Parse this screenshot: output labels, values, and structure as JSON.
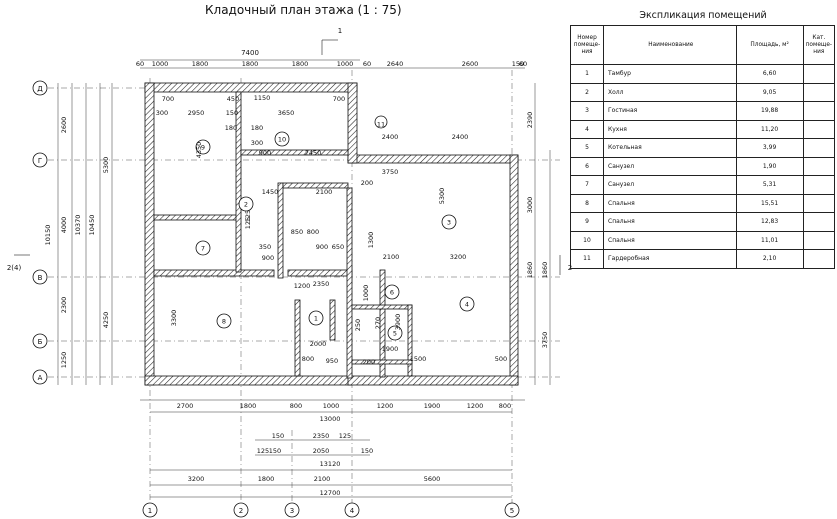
{
  "title": "Кладочный план этажа (1 : 75)",
  "legend": {
    "caption": "Экспликация помещений",
    "headers": [
      "Номер помеще-ния",
      "Наименование",
      "Площадь, м²",
      "Кат. помеще-ния"
    ],
    "rows": [
      {
        "num": "1",
        "name": "Тамбур",
        "area": "6,60",
        "cat": ""
      },
      {
        "num": "2",
        "name": "Холл",
        "area": "9,05",
        "cat": ""
      },
      {
        "num": "3",
        "name": "Гостиная",
        "area": "19,88",
        "cat": ""
      },
      {
        "num": "4",
        "name": "Кухня",
        "area": "11,20",
        "cat": ""
      },
      {
        "num": "5",
        "name": "Котельная",
        "area": "3,99",
        "cat": ""
      },
      {
        "num": "6",
        "name": "Санузел",
        "area": "1,90",
        "cat": ""
      },
      {
        "num": "7",
        "name": "Санузел",
        "area": "5,31",
        "cat": ""
      },
      {
        "num": "8",
        "name": "Спальня",
        "area": "15,51",
        "cat": ""
      },
      {
        "num": "9",
        "name": "Спальня",
        "area": "12,83",
        "cat": ""
      },
      {
        "num": "10",
        "name": "Спальня",
        "area": "11,01",
        "cat": ""
      },
      {
        "num": "11",
        "name": "Гардеробная",
        "area": "2,10",
        "cat": ""
      }
    ]
  },
  "axes": {
    "vertical": [
      "1",
      "2",
      "3",
      "4",
      "5"
    ],
    "horizontal": [
      "Д",
      "Г",
      "В",
      "Б",
      "А"
    ]
  },
  "section_marks": {
    "top": "1",
    "right": "2",
    "left": "2(4)"
  },
  "rooms": [
    "1",
    "2",
    "3",
    "4",
    "5",
    "6",
    "7",
    "8",
    "9",
    "10",
    "11"
  ],
  "dims": {
    "top_total": "7400",
    "top_row": [
      "60",
      "1000",
      "1800",
      "1800",
      "1800",
      "1000",
      "60",
      "2640",
      "2600",
      "150",
      "60"
    ],
    "bottom_row1": [
      "2700",
      "1800",
      "800",
      "1000",
      "1200",
      "1900",
      "1200",
      "800"
    ],
    "bottom_13000": "13000",
    "bottom_13120": "13120",
    "bottom_row3": [
      "3200",
      "1800",
      "2100",
      "5600"
    ],
    "bottom_total": "12700",
    "porch": [
      "150",
      "2350",
      "125",
      "125",
      "150",
      "2050",
      "150"
    ],
    "left_outer": "10150",
    "left_mid": [
      "4000",
      "10370",
      "10450"
    ],
    "left_row": [
      "2600",
      "5300",
      "2300",
      "1250",
      "4250"
    ],
    "right_row": [
      "2390",
      "3000",
      "1860",
      "1860",
      "3750"
    ],
    "interior": [
      "700",
      "450",
      "1150",
      "700",
      "2950",
      "3650",
      "300",
      "150",
      "180",
      "180",
      "300",
      "2400",
      "2400",
      "900",
      "2450",
      "4350",
      "1450",
      "2100",
      "200",
      "5300",
      "3750",
      "3200",
      "2100",
      "350",
      "900",
      "900",
      "650",
      "850",
      "800",
      "1300",
      "1000",
      "1200",
      "3300",
      "3900",
      "800",
      "2350",
      "2000",
      "1900",
      "200",
      "1500",
      "500",
      "950",
      "250",
      "270",
      "125",
      "125"
    ]
  }
}
